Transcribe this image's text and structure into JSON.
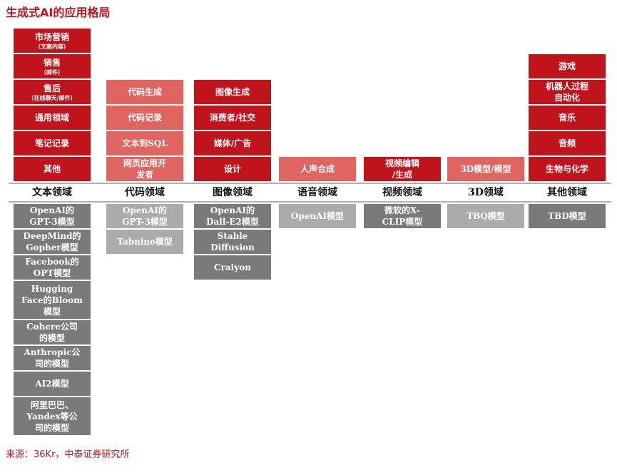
{
  "title": "生成式AI的应用格局",
  "colors": {
    "dark_red": "#c0141c",
    "light_red": "#e06460",
    "dark_grey": "#7a7a7a",
    "light_grey": "#ababab"
  },
  "columns": [
    {
      "category": "文本领域",
      "shade": "dark",
      "apps": [
        {
          "label": "市场营销",
          "sub": "（文案内容）"
        },
        {
          "label": "销售",
          "sub": "（邮件）"
        },
        {
          "label": "售后",
          "sub": "（在线聊天/邮件）"
        },
        {
          "label": "通用领域"
        },
        {
          "label": "笔记记录"
        },
        {
          "label": "其他"
        }
      ],
      "models": [
        "OpenAI的\nGPT-3模型",
        "DeepMind的\nGopher模型",
        "Facebook的\nOPT模型",
        "Hugging\nFace的Bloom\n模型",
        "Cohere公司\n的模型",
        "Anthropic公\n司的模型",
        "AI2模型",
        "阿里巴巴、\nYandex等公\n司的模型"
      ]
    },
    {
      "category": "代码领域",
      "shade": "light",
      "apps": [
        {
          "label": "代码生成"
        },
        {
          "label": "代码记录"
        },
        {
          "label": "文本到SQL"
        },
        {
          "label": "网页应用开\n发者"
        }
      ],
      "models": [
        "OpenAI的\nGPT-3模型",
        "Tabnine模型"
      ]
    },
    {
      "category": "图像领域",
      "shade": "dark",
      "apps": [
        {
          "label": "图像生成"
        },
        {
          "label": "消费者/社交"
        },
        {
          "label": "媒体/广告"
        },
        {
          "label": "设计"
        }
      ],
      "models": [
        "OpenAI的\nDall-E2模型",
        "Stable\nDiffusion",
        "Craiyon"
      ]
    },
    {
      "category": "语音领域",
      "shade": "light",
      "apps": [
        {
          "label": "人声合成"
        }
      ],
      "models": [
        "OpenAI模型"
      ]
    },
    {
      "category": "视频领域",
      "shade": "dark",
      "apps": [
        {
          "label": "视频编辑\n/生成"
        }
      ],
      "models": [
        "微软的X-\nCLIP模型"
      ]
    },
    {
      "category": "3D领域",
      "shade": "light",
      "apps": [
        {
          "label": "3D模型/模型"
        }
      ],
      "models": [
        "TBQ模型"
      ]
    },
    {
      "category": "其他领域",
      "shade": "dark",
      "apps": [
        {
          "label": "游戏"
        },
        {
          "label": "机器人过程\n自动化"
        },
        {
          "label": "音乐"
        },
        {
          "label": "音频"
        },
        {
          "label": "生物与化学"
        }
      ],
      "models": [
        "TBD模型"
      ]
    }
  ],
  "footer": "来源：36Kr，中泰证券研究所"
}
